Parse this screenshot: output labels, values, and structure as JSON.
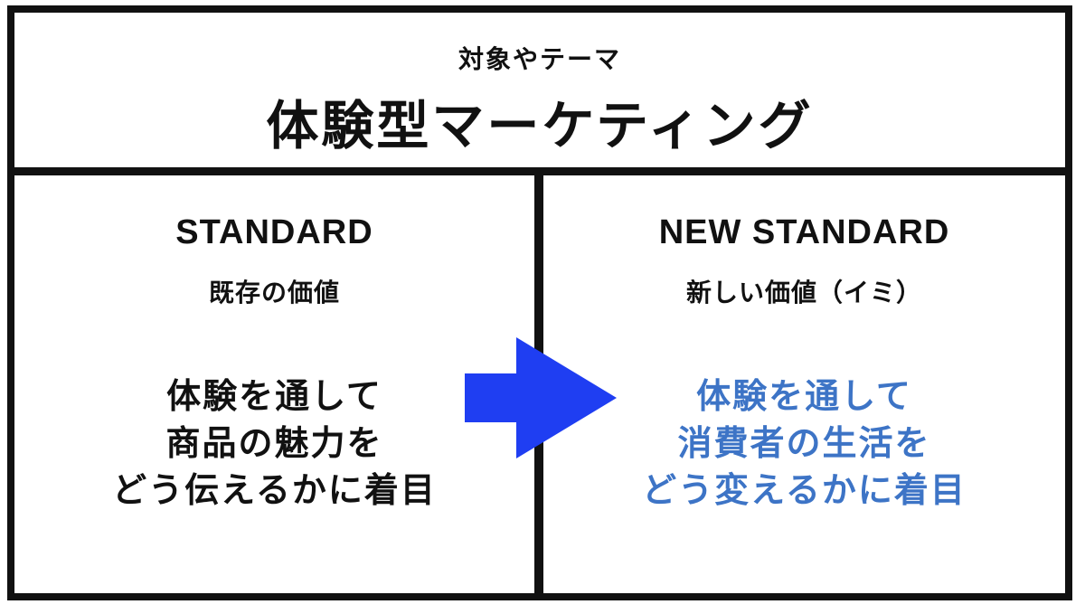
{
  "header": {
    "subtitle": "対象やテーマ",
    "title": "体験型マーケティング"
  },
  "left": {
    "heading": "STANDARD",
    "sub": "既存の価値",
    "body": [
      "体験を通して",
      "商品の魅力を",
      "どう伝えるかに着目"
    ],
    "color": "#111111"
  },
  "right": {
    "heading": "NEW STANDARD",
    "sub": "新しい価値（イミ）",
    "body": [
      "体験を通して",
      "消費者の生活を",
      "どう変えるかに着目"
    ],
    "color": "#3d74c6"
  },
  "arrow": {
    "icon": "arrow-right-icon",
    "color": "#1f3ef2"
  }
}
